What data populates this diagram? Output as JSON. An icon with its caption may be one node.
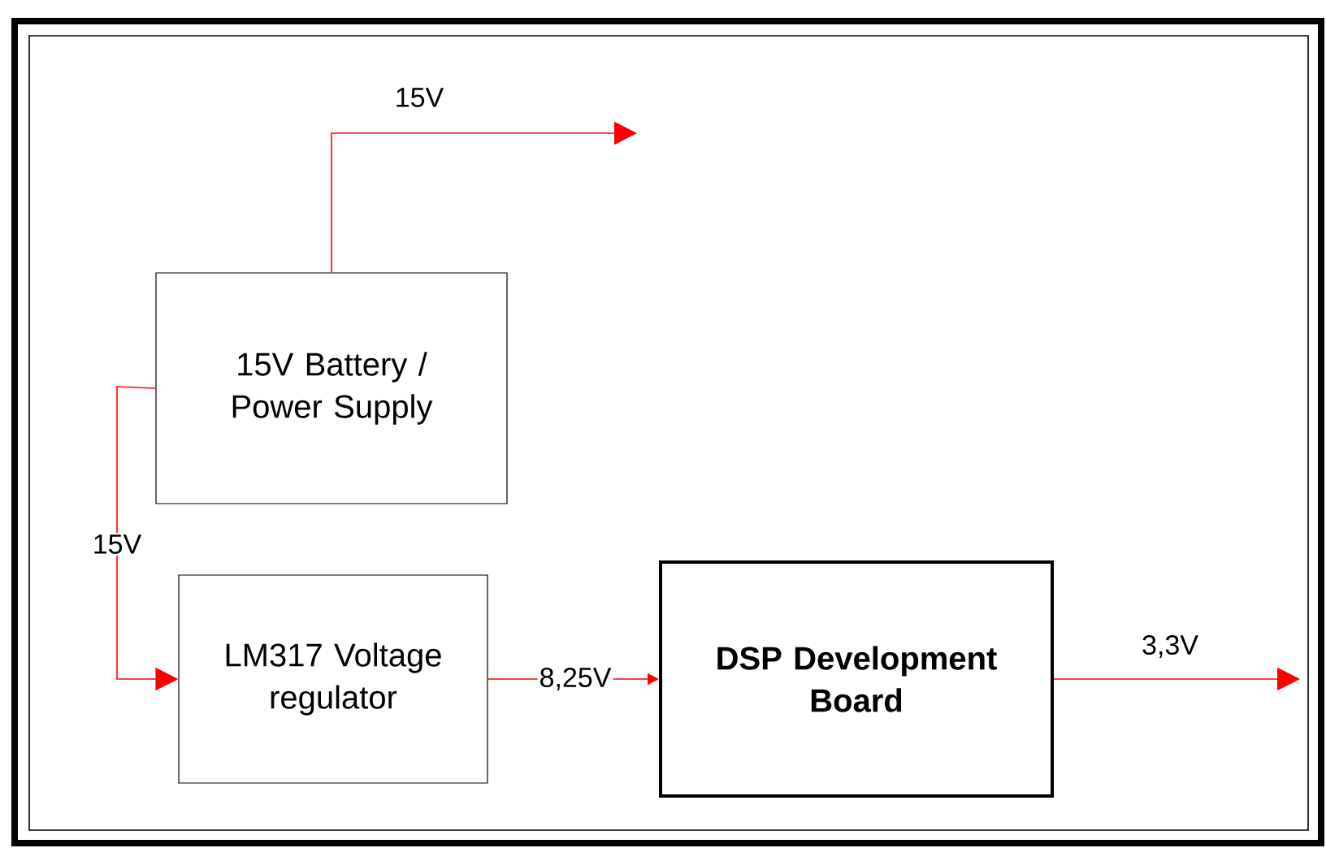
{
  "diagram": {
    "nodes": [
      {
        "text": [
          "15V Battery / Power Supply"
        ]
      },
      {
        "text": [
          "LM317 Voltage regulator"
        ]
      },
      {
        "text": [
          "DSP Development Board"
        ]
      }
    ],
    "edges": [
      {
        "from": 0,
        "to": null,
        "arrow": "to",
        "label": "15V"
      },
      {
        "from": 0,
        "to": 1,
        "arrow": "to",
        "label": "15V"
      },
      {
        "from": 1,
        "to": 2,
        "arrow": "to",
        "label": "8,25V"
      },
      {
        "from": 2,
        "to": null,
        "arrow": "to",
        "label": "3,3V"
      }
    ]
  }
}
